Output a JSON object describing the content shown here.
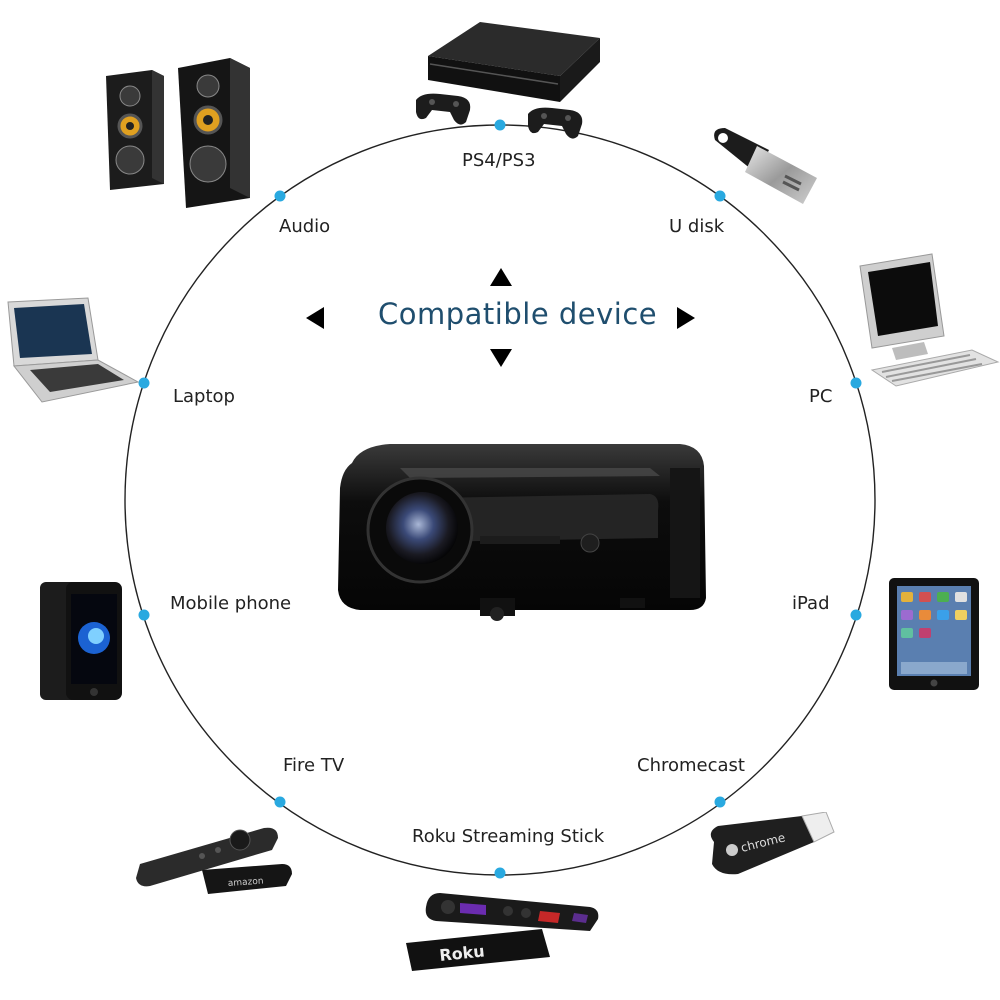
{
  "title": "Compatible device",
  "colors": {
    "title": "#1f4e6e",
    "ring": "#222222",
    "dot": "#29a9e0",
    "device_dark": "#1a1a1a"
  },
  "center_device": "projector-icon",
  "devices": [
    {
      "label": "PS4/PS3",
      "icon": "game-console-icon"
    },
    {
      "label": "U disk",
      "icon": "usb-flash-drive-icon"
    },
    {
      "label": "PC",
      "icon": "desktop-computer-icon"
    },
    {
      "label": "iPad",
      "icon": "tablet-icon"
    },
    {
      "label": "Chromecast",
      "icon": "chromecast-dongle-icon"
    },
    {
      "label": "Roku Streaming Stick",
      "icon": "roku-stick-icon"
    },
    {
      "label": "Fire TV",
      "icon": "fire-tv-stick-icon"
    },
    {
      "label": "Mobile phone",
      "icon": "smartphone-icon"
    },
    {
      "label": "Laptop",
      "icon": "laptop-icon"
    },
    {
      "label": "Audio",
      "icon": "speakers-icon"
    }
  ],
  "brand_marks": {
    "amazon": "amazon",
    "roku": "Roku",
    "chrome": "chrome"
  }
}
